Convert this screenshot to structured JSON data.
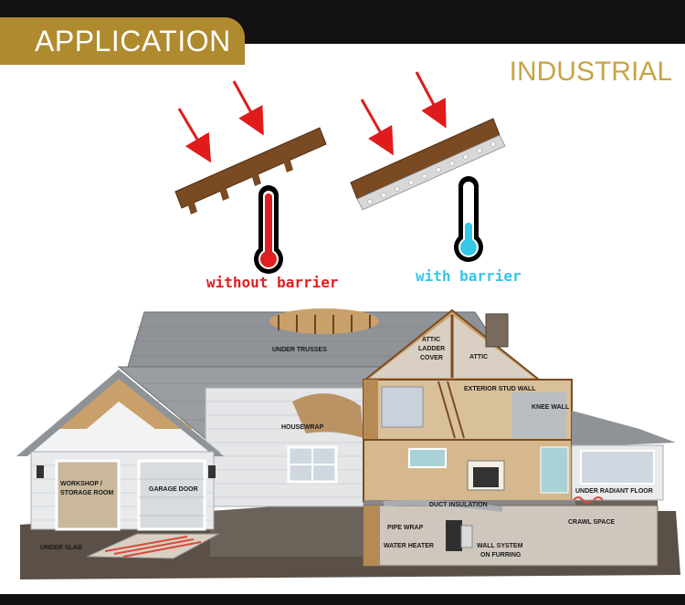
{
  "header": {
    "tab_label": "APPLICATION",
    "category": "INDUSTRIAL"
  },
  "comparison": {
    "without_label": "without barrier",
    "with_label": "with barrier",
    "hot_color": "#e02020",
    "cool_color": "#35c6e8"
  },
  "house": {
    "labels": {
      "under_trusses": "UNDER TRUSSES",
      "attic_ladder_1": "ATTIC",
      "attic_ladder_2": "LADDER",
      "attic_ladder_3": "COVER",
      "attic": "ATTIC",
      "exterior_stud_wall": "EXTERIOR STUD WALL",
      "knee_wall": "KNEE WALL",
      "housewrap": "HOUSEWRAP",
      "workshop_1": "WORKSHOP /",
      "workshop_2": "STORAGE ROOM",
      "garage_door": "GARAGE DOOR",
      "under_radiant_floor": "UNDER RADIANT FLOOR",
      "duct_insulation": "DUCT INSULATION",
      "crawl_space": "CRAWL SPACE",
      "pipe_wrap": "PIPE WRAP",
      "water_heater": "WATER HEATER",
      "wall_system_1": "WALL SYSTEM",
      "wall_system_2": "ON FURRING",
      "under_slab": "UNDER SLAB"
    }
  }
}
